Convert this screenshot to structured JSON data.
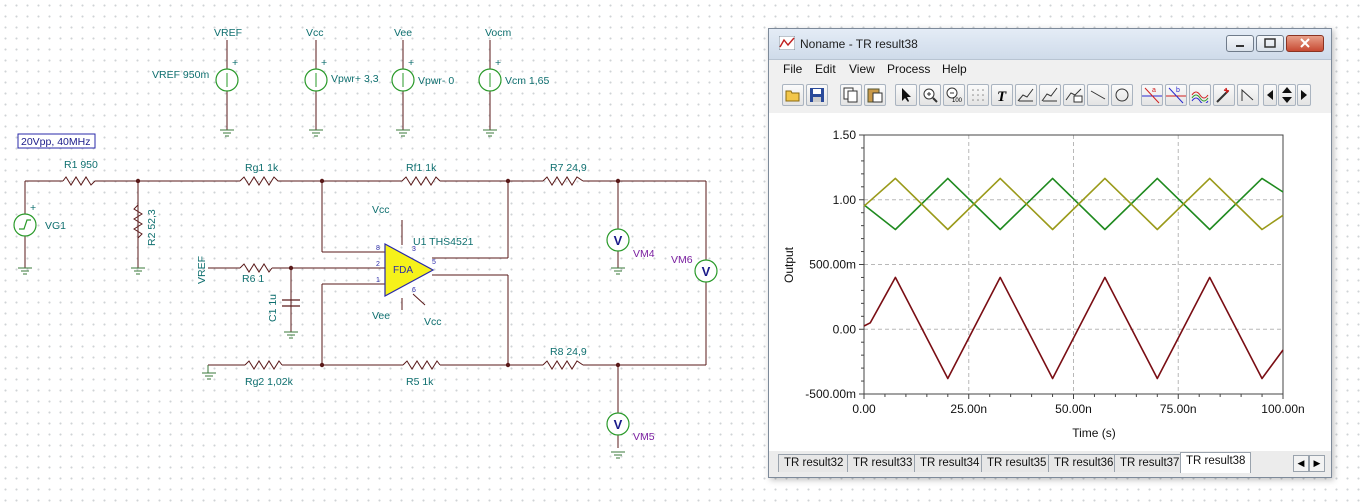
{
  "schematic": {
    "sources": {
      "vref": {
        "name": "VREF",
        "label": "VREF 950m"
      },
      "vcc": {
        "name": "Vcc",
        "label": "Vpwr+ 3,3"
      },
      "vee": {
        "name": "Vee",
        "label": "Vpwr- 0"
      },
      "vocm": {
        "name": "Vocm",
        "label": "Vcm 1,65"
      }
    },
    "generator_box": "20Vpp, 40MHz",
    "generator": "VG1",
    "components": {
      "r1": "R1 950",
      "r2": "R2 52,3",
      "rg1": "Rg1 1k",
      "rf1": "Rf1 1k",
      "r7": "R7 24,9",
      "r6": "R6 1",
      "c1": "C1 1u",
      "rg2": "Rg2 1,02k",
      "r5": "R5 1k",
      "r8": "R8 24,9"
    },
    "opamp": {
      "name": "U1 THS4521",
      "body": "FDA",
      "pins": [
        "8",
        "2",
        "1",
        "5",
        "3",
        "6"
      ]
    },
    "net_labels": {
      "vcc_top": "Vcc",
      "vee_bottom": "Vee",
      "vcc_bottom": "Vcc",
      "vref_in": "VREF"
    },
    "plus_sign": "+",
    "meters": {
      "vm4": "VM4",
      "vm5": "VM5",
      "vm6": "VM6",
      "symbol": "V"
    }
  },
  "window": {
    "title": "Noname - TR result38",
    "menu": [
      "File",
      "Edit",
      "View",
      "Process",
      "Help"
    ],
    "toolbar_icons": [
      "open-icon",
      "save-icon",
      "copy-icon",
      "paste-icon",
      "pointer-icon",
      "zoom-in-icon",
      "zoom-100-icon",
      "grid-icon",
      "text-icon",
      "cursor-a-icon",
      "cursor-b-icon",
      "formula-icon",
      "line-icon",
      "circle-icon",
      "cursor-marker-a-icon",
      "cursor-marker-b-icon",
      "waveform-icon",
      "probe-icon",
      "step-icon",
      "arrow-left-icon",
      "arrow-updown-icon",
      "arrow-right-icon"
    ],
    "tabs": [
      "TR result32",
      "TR result33",
      "TR result34",
      "TR result35",
      "TR result36",
      "TR result37",
      "TR result38"
    ],
    "active_tab": "TR result38"
  },
  "chart_data": {
    "type": "line",
    "xlabel": "Time (s)",
    "ylabel": "Output",
    "xlim": [
      0,
      100
    ],
    "ylim": [
      -500,
      1500
    ],
    "x_unit": "ns",
    "y_unit": "mV",
    "x_ticks": [
      "0.00",
      "25.00n",
      "50.00n",
      "75.00n",
      "100.00n"
    ],
    "y_ticks": [
      "1.50",
      "1.00",
      "500.00m",
      "0.00",
      "-500.00m"
    ],
    "grid": true,
    "series": [
      {
        "color": "#7a0e14",
        "x": [
          0,
          1.5,
          7.5,
          20,
          32.5,
          45,
          57.5,
          70,
          82.5,
          95,
          100
        ],
        "y": [
          25,
          50,
          400,
          -380,
          400,
          -380,
          400,
          -380,
          400,
          -380,
          -160
        ]
      },
      {
        "color": "#1f8a1f",
        "x": [
          0,
          7.5,
          20,
          32.5,
          45,
          57.5,
          70,
          82.5,
          95,
          100
        ],
        "y": [
          960,
          770,
          1165,
          770,
          1165,
          770,
          1165,
          770,
          1165,
          1060
        ]
      },
      {
        "color": "#9a9a1a",
        "x": [
          0,
          7.5,
          20,
          32.5,
          45,
          57.5,
          70,
          82.5,
          95,
          100
        ],
        "y": [
          950,
          1165,
          770,
          1165,
          770,
          1165,
          770,
          1165,
          770,
          880
        ]
      }
    ]
  }
}
